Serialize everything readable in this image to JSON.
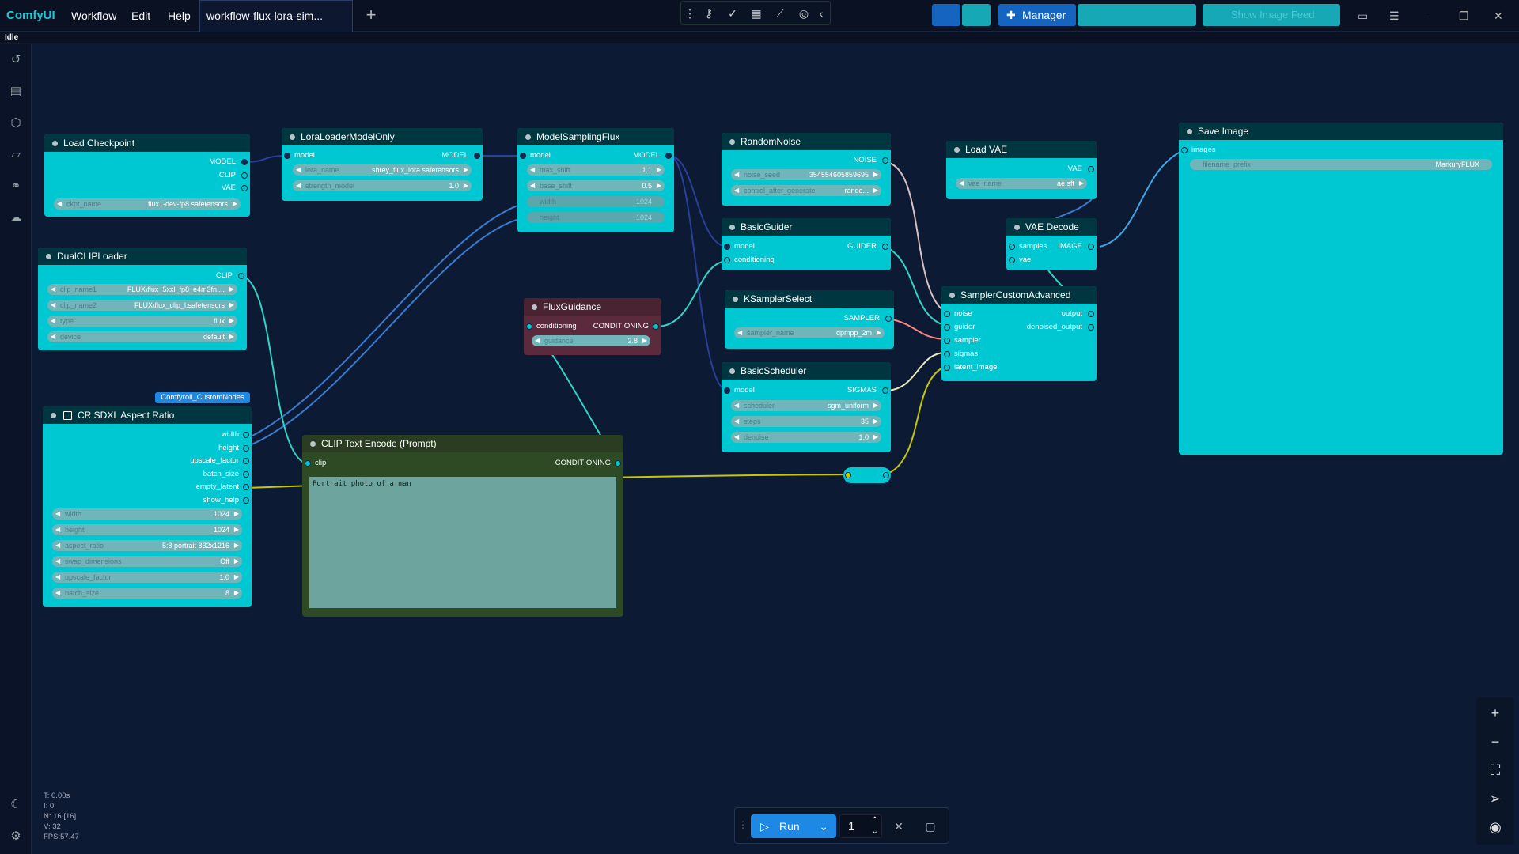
{
  "app": {
    "name": "ComfyUI",
    "status": "Idle"
  },
  "menu": {
    "workflow": "Workflow",
    "edit": "Edit",
    "help": "Help"
  },
  "tab": {
    "title": "workflow-flux-lora-sim..."
  },
  "topright": {
    "manager": "Manager",
    "show_image_feed": "Show Image Feed"
  },
  "colors": {
    "canvas": "#0c1a33",
    "node": "#00c8d2",
    "accent": "#1e88e5",
    "wire_conditioning": "#ffa931"
  },
  "nodes": {
    "load_checkpoint": {
      "title": "Load Checkpoint",
      "outputs": [
        "MODEL",
        "CLIP",
        "VAE"
      ],
      "widgets": [
        {
          "label": "ckpt_name",
          "value": "flux1-dev-fp8.safetensors"
        }
      ]
    },
    "lora_loader": {
      "title": "LoraLoaderModelOnly",
      "input": "model",
      "output": "MODEL",
      "widgets": [
        {
          "label": "lora_name",
          "value": "shrey_flux_lora.safetensors"
        },
        {
          "label": "strength_model",
          "value": "1.0"
        }
      ]
    },
    "model_sampling_flux": {
      "title": "ModelSamplingFlux",
      "input": "model",
      "output": "MODEL",
      "widgets": [
        {
          "label": "max_shift",
          "value": "1.1"
        },
        {
          "label": "base_shift",
          "value": "0.5"
        },
        {
          "label": "width",
          "value": "1024"
        },
        {
          "label": "height",
          "value": "1024"
        }
      ]
    },
    "random_noise": {
      "title": "RandomNoise",
      "output": "NOISE",
      "widgets": [
        {
          "label": "noise_seed",
          "value": "354554605859695"
        },
        {
          "label": "control_after_generate",
          "value": "rando..."
        }
      ]
    },
    "basic_guider": {
      "title": "BasicGuider",
      "inputs": [
        "model",
        "conditioning"
      ],
      "output": "GUIDER"
    },
    "ksampler_select": {
      "title": "KSamplerSelect",
      "output": "SAMPLER",
      "widgets": [
        {
          "label": "sampler_name",
          "value": "dpmpp_2m"
        }
      ]
    },
    "basic_scheduler": {
      "title": "BasicScheduler",
      "input": "model",
      "output": "SIGMAS",
      "widgets": [
        {
          "label": "scheduler",
          "value": "sgm_uniform"
        },
        {
          "label": "steps",
          "value": "35"
        },
        {
          "label": "denoise",
          "value": "1.0"
        }
      ]
    },
    "load_vae": {
      "title": "Load VAE",
      "output": "VAE",
      "widgets": [
        {
          "label": "vae_name",
          "value": "ae.sft"
        }
      ]
    },
    "vae_decode": {
      "title": "VAE Decode",
      "inputs": [
        "samples",
        "vae"
      ],
      "output": "IMAGE"
    },
    "sampler_custom_advanced": {
      "title": "SamplerCustomAdvanced",
      "inputs": [
        "noise",
        "guider",
        "sampler",
        "sigmas",
        "latent_image"
      ],
      "outputs": [
        "output",
        "denoised_output"
      ]
    },
    "save_image": {
      "title": "Save Image",
      "input": "images",
      "widgets": [
        {
          "label": "filename_prefix",
          "value": "MarkuryFLUX"
        }
      ]
    },
    "dual_clip_loader": {
      "title": "DualCLIPLoader",
      "output": "CLIP",
      "widgets": [
        {
          "label": "clip_name1",
          "value": "FLUX\\flux_5xxl_fp8_e4m3fn...."
        },
        {
          "label": "clip_name2",
          "value": "FLUX\\flux_clip_l.safetensors"
        },
        {
          "label": "type",
          "value": "flux"
        },
        {
          "label": "device",
          "value": "default"
        }
      ]
    },
    "flux_guidance": {
      "title": "FluxGuidance",
      "input": "conditioning",
      "output": "CONDITIONING",
      "widgets": [
        {
          "label": "guidance",
          "value": "2.8"
        }
      ]
    },
    "cr_sdxl": {
      "title": "CR SDXL Aspect Ratio",
      "badge": "Comfyroll_CustomNodes",
      "outputs": [
        "width",
        "height",
        "upscale_factor",
        "batch_size",
        "empty_latent",
        "show_help"
      ],
      "widgets": [
        {
          "label": "width",
          "value": "1024"
        },
        {
          "label": "height",
          "value": "1024"
        },
        {
          "label": "aspect_ratio",
          "value": "5:8 portrait 832x1216"
        },
        {
          "label": "swap_dimensions",
          "value": "Off"
        },
        {
          "label": "upscale_factor",
          "value": "1.0"
        },
        {
          "label": "batch_size",
          "value": "8"
        }
      ]
    },
    "clip_text_encode": {
      "title": "CLIP Text Encode (Prompt)",
      "input": "clip",
      "output": "CONDITIONING",
      "text": "Portrait photo of a man"
    }
  },
  "stats": {
    "t": "T: 0.00s",
    "i": "I: 0",
    "n": "N: 16 [16]",
    "v": "V: 32",
    "fps": "FPS:57.47"
  },
  "runbar": {
    "run_label": "Run",
    "quantity": "1"
  }
}
